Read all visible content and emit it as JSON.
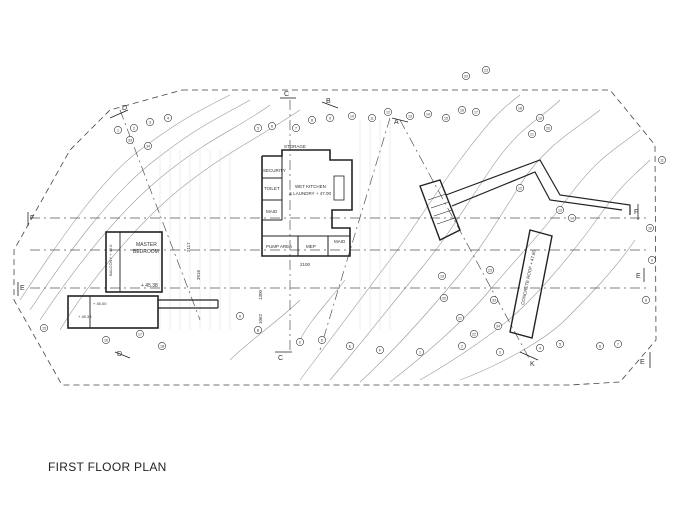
{
  "drawing": {
    "title": "FIRST FLOOR PLAN"
  },
  "rooms": [
    {
      "id": "storage",
      "label": "STORAGE"
    },
    {
      "id": "security",
      "label": "SECURITY"
    },
    {
      "id": "toilet",
      "label": "TOILET"
    },
    {
      "id": "maid1",
      "label": "MAID"
    },
    {
      "id": "kitchen1",
      "label": "WET KITCHEN"
    },
    {
      "id": "kitchen2",
      "label": "& LAUNDRY + 47.00"
    },
    {
      "id": "pump",
      "label": "PUMP AREA"
    },
    {
      "id": "mep",
      "label": "MEP"
    },
    {
      "id": "maid2",
      "label": "MAID"
    },
    {
      "id": "master1",
      "label": "MASTER"
    },
    {
      "id": "master2",
      "label": "BEDROOM"
    },
    {
      "id": "level1",
      "label": "+ 45.38"
    },
    {
      "id": "balcony",
      "label": "BALCONY + 45.0"
    },
    {
      "id": "level2",
      "label": "+ 45.00"
    },
    {
      "id": "level3",
      "label": "+ 45.38"
    },
    {
      "id": "roof",
      "label": "CONCRETE ROOF + 47.80"
    }
  ],
  "sections": {
    "A": "A",
    "B": "B",
    "C": "C",
    "D": "D",
    "E": "E",
    "F": "F",
    "K": "K"
  },
  "dims": [
    "2117",
    "3916",
    "1300",
    "1062",
    "2100"
  ],
  "grid_tags": [
    "1",
    "2",
    "3",
    "4",
    "5",
    "6",
    "7",
    "8",
    "9",
    "10",
    "11",
    "12",
    "13",
    "14",
    "15",
    "16",
    "17",
    "18",
    "19",
    "20",
    "21",
    "22",
    "23",
    "33",
    "34",
    "A",
    "B",
    "C",
    "D",
    "E",
    "F"
  ]
}
